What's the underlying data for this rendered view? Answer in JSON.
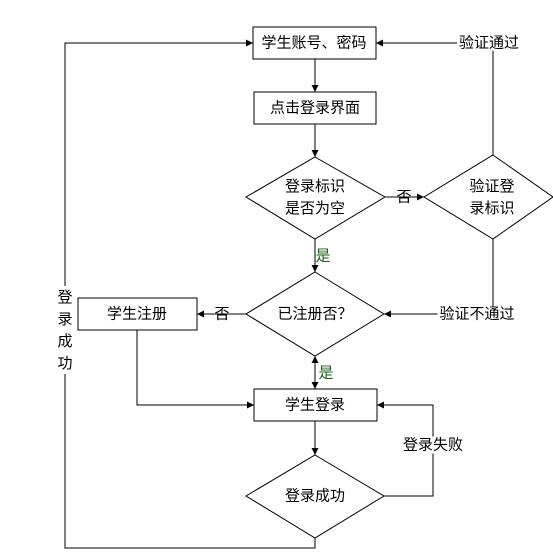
{
  "nodes": {
    "account_password": "学生账号、密码",
    "click_login_page": "点击登录界面",
    "id_empty_line1": "登录标识",
    "id_empty_line2": "是否为空",
    "verify_line1": "验证登",
    "verify_line2": "录标识",
    "registered_q": "已注册否？",
    "student_register": "学生注册",
    "student_login": "学生登录",
    "login_success": "登录成功"
  },
  "edges": {
    "verify_pass": "验证通过",
    "verify_fail": "验证不通过",
    "no_1": "否",
    "no_2": "否",
    "yes_1": "是",
    "yes_2": "是",
    "login_fail": "登录失败",
    "login_success_vertical": "登录成功"
  },
  "colors": {
    "stroke": "#000000",
    "yes_label": "#1a5c1a"
  }
}
